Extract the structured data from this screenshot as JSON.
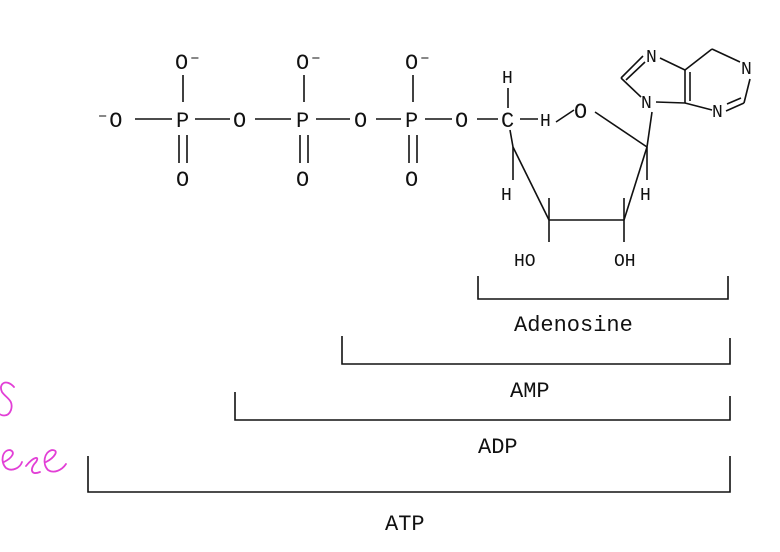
{
  "molecule": {
    "atoms": {
      "o_minus_left": "⁻O",
      "o": "O",
      "o_minus": "O⁻",
      "p": "P",
      "c": "C",
      "h": "H",
      "n": "N",
      "ho": "HO",
      "oh": "OH"
    }
  },
  "brackets": {
    "adenosine": "Adenosine",
    "amp": "AMP",
    "adp": "ADP",
    "atp": "ATP"
  },
  "handwriting": {
    "color": "#e23fd6",
    "description_ref": "handwritten-annotation"
  }
}
